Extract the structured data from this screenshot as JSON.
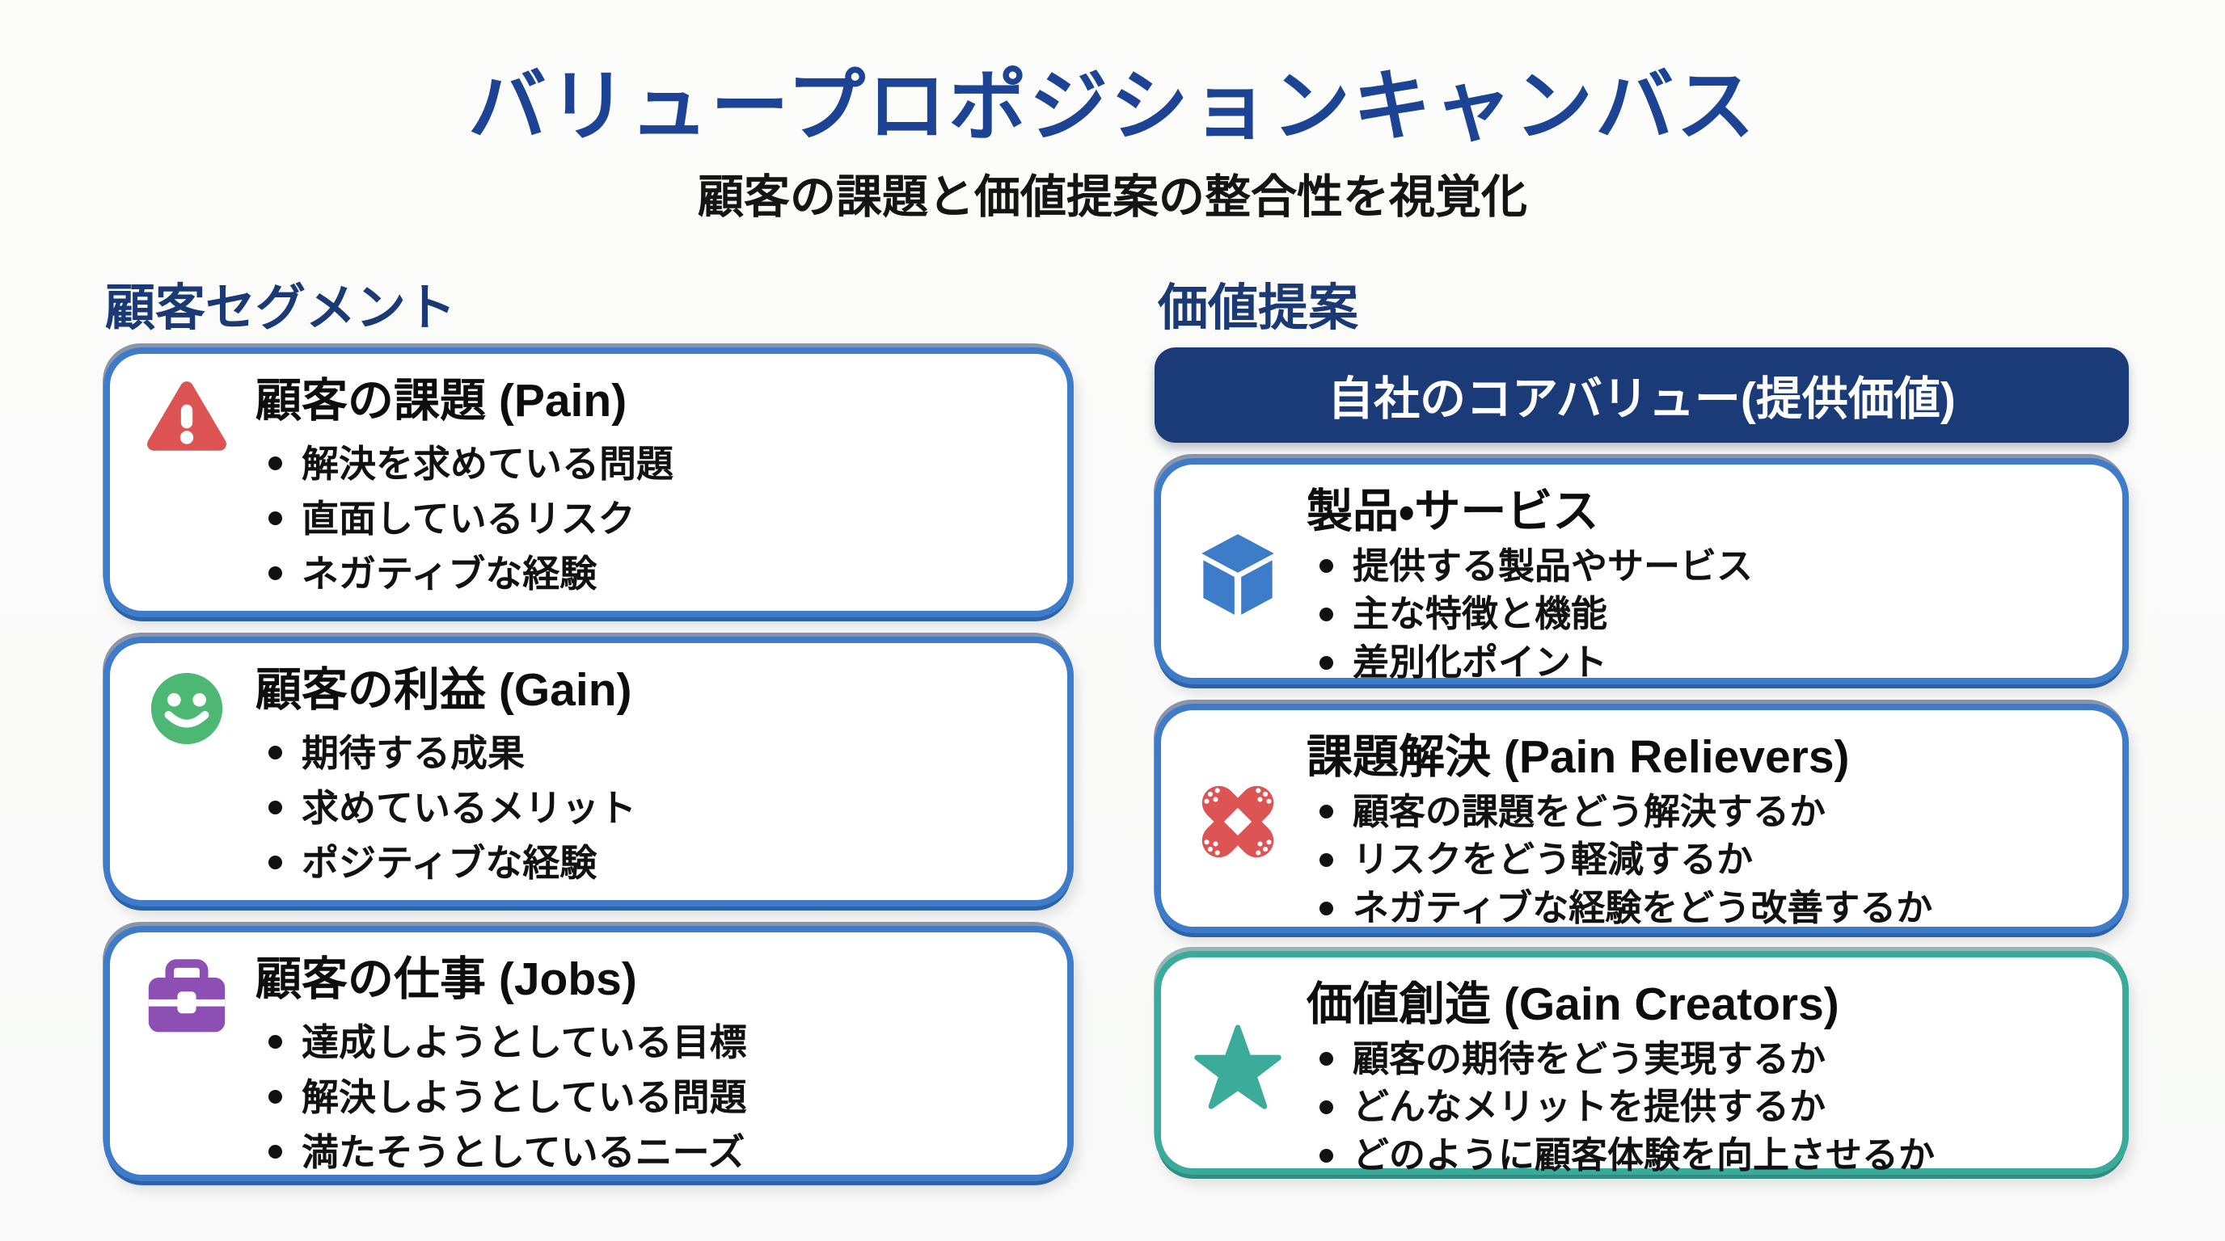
{
  "page": {
    "title": "バリュープロポジションキャンバス",
    "subtitle": "顧客の課題と価値提案の整合性を視覚化"
  },
  "left": {
    "header": "顧客セグメント",
    "boxes": [
      {
        "icon": "warning-triangle-icon",
        "title": "顧客の課題 (Pain)",
        "bullets": [
          "解決を求めている問題",
          "直面しているリスク",
          "ネガティブな経験"
        ]
      },
      {
        "icon": "smiley-face-icon",
        "title": "顧客の利益 (Gain)",
        "bullets": [
          "期待する成果",
          "求めているメリット",
          "ポジティブな経験"
        ]
      },
      {
        "icon": "briefcase-icon",
        "title": "顧客の仕事 (Jobs)",
        "bullets": [
          "達成しようとしている目標",
          "解決しようとしている問題",
          "満たそうとしているニーズ"
        ]
      }
    ]
  },
  "right": {
    "header": "価値提案",
    "banner": "自社のコアバリュー(提供価値)",
    "boxes": [
      {
        "icon": "cube-icon",
        "title": "製品・サービス",
        "bullets": [
          "提供する製品やサービス",
          "主な特徴と機能",
          "差別化ポイント"
        ]
      },
      {
        "icon": "crossed-bandages-icon",
        "title": "課題解決 (Pain Relievers)",
        "bullets": [
          "顧客の課題をどう解決するか",
          "リスクをどう軽減するか",
          "ネガティブな経験をどう改善するか"
        ]
      },
      {
        "icon": "star-icon",
        "title": "価値創造 (Gain Creators)",
        "bullets": [
          "顧客の期待をどう実現するか",
          "どんなメリットを提供するか",
          "どのように顧客体験を向上させるか"
        ]
      }
    ]
  },
  "colors": {
    "title_blue": "#1d4494",
    "header_navy": "#1b3a75",
    "banner_navy": "#1b3a78",
    "box_border_blue": "#3e7bc8",
    "box_border_teal": "#3aab9b",
    "icon_red": "#dc5454",
    "icon_green": "#4db874",
    "icon_purple": "#8d4fb3",
    "icon_blue": "#3d7cc9",
    "icon_teal": "#3cab9a",
    "text_black": "#111111"
  }
}
